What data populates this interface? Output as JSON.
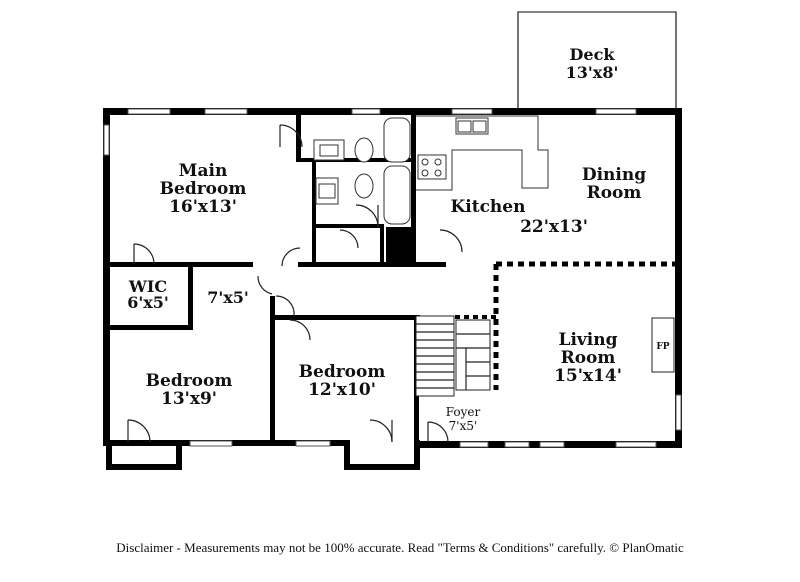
{
  "rooms": {
    "deck": {
      "name": "Deck",
      "size": "13'x8'"
    },
    "main_bedroom": {
      "name_line1": "Main",
      "name_line2": "Bedroom",
      "size": "16'x13'"
    },
    "kitchen": {
      "name": "Kitchen"
    },
    "dining": {
      "name_line1": "Dining",
      "name_line2": "Room",
      "size": "22'x13'"
    },
    "wic": {
      "name": "WIC",
      "size": "6'x5'"
    },
    "hall": {
      "size": "7'x5'"
    },
    "living": {
      "name_line1": "Living",
      "name_line2": "Room",
      "size": "15'x14'"
    },
    "bedroom_left": {
      "name": "Bedroom",
      "size": "13'x9'"
    },
    "bedroom_mid": {
      "name": "Bedroom",
      "size": "12'x10'"
    },
    "foyer": {
      "name": "Foyer",
      "size": "7'x5'"
    },
    "fireplace": {
      "name": "FP"
    }
  },
  "footer": {
    "disclaimer": "Disclaimer - Measurements may not be 100% accurate. Read \"Terms & Conditions\" carefully. © PlanOmatic"
  }
}
